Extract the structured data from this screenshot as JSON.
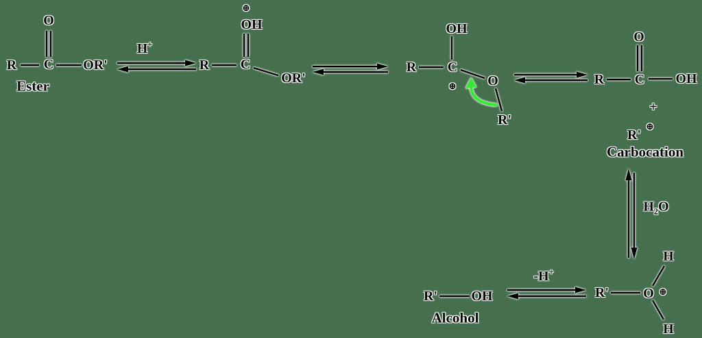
{
  "colors": {
    "background": "#466F4E",
    "ink": "#000000",
    "halo": "#FFFFFF",
    "curved_arrow_green": "#35E834"
  },
  "structures": {
    "ester": {
      "r": "R",
      "c": "C",
      "carbonyl_o": "O",
      "or_group": "OR'",
      "caption": "Ester"
    },
    "protonated_ester": {
      "charge": "⊕",
      "oh": "OH",
      "c": "C",
      "r": "R",
      "or_group": "OR'"
    },
    "oxocarbenium_intermediate": {
      "oh": "OH",
      "c": "C",
      "r": "R",
      "charge": "⊕",
      "o": "O",
      "r_prime": "R'"
    },
    "carboxylic_acid": {
      "r": "R",
      "c": "C",
      "carbonyl_o": "O",
      "oh": "OH"
    },
    "plus_sign": "+",
    "carbocation": {
      "r_prime": "R'",
      "charge": "⊕",
      "caption": "Carbocation"
    },
    "protonated_alcohol": {
      "r_prime": "R'",
      "o": "O",
      "charge": "⊕",
      "h_top": "H",
      "h_bottom": "H"
    },
    "alcohol": {
      "r_prime": "R'",
      "oh": "OH",
      "caption": "Alcohol"
    }
  },
  "arrow_labels": {
    "step1": {
      "base": "H",
      "sup": "+"
    },
    "step4": {
      "base": "H",
      "sub": "2",
      "tail": "O"
    },
    "step5": {
      "base": "-H",
      "sup": "+"
    }
  }
}
